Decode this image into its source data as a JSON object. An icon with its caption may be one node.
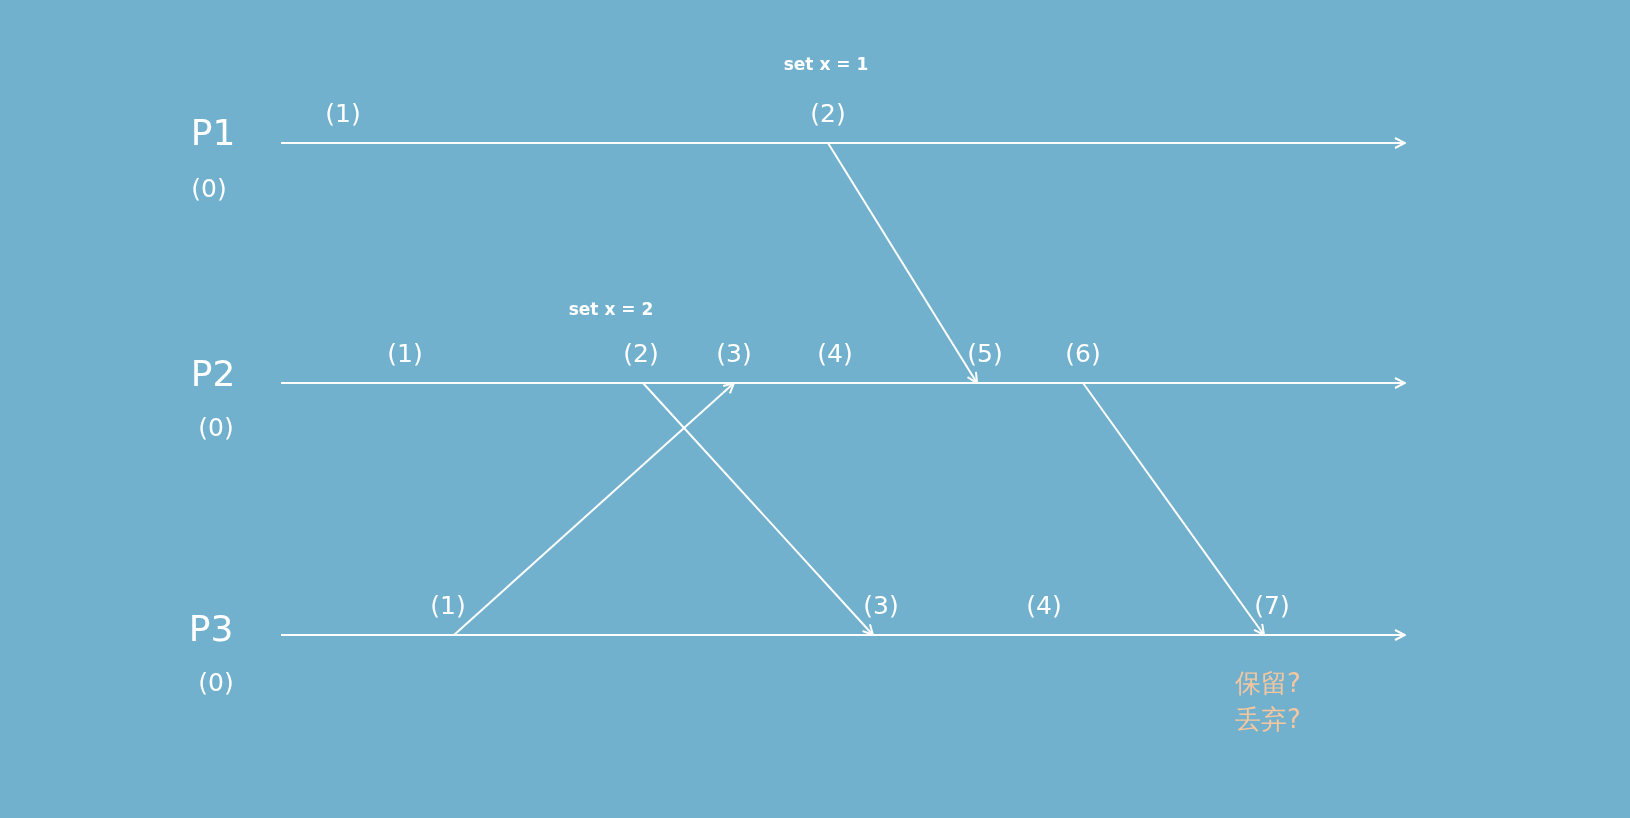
{
  "diagram": {
    "nodes": [
      {
        "text": [
          "P1"
        ],
        "beside": [
          "(0)"
        ]
      },
      {
        "text": [
          "(1)"
        ]
      },
      {
        "text": [
          "(2)"
        ],
        "beside": [
          "set x = 1"
        ]
      },
      {
        "text": [
          "P2"
        ],
        "beside": [
          "(0)"
        ]
      },
      {
        "text": [
          "(1)"
        ]
      },
      {
        "text": [
          "(2)"
        ],
        "beside": [
          "set x = 2"
        ]
      },
      {
        "text": [
          "(3)"
        ]
      },
      {
        "text": [
          "(4)"
        ]
      },
      {
        "text": [
          "(5)"
        ]
      },
      {
        "text": [
          "(6)"
        ]
      },
      {
        "text": [
          "P3"
        ],
        "beside": [
          "(0)"
        ]
      },
      {
        "text": [
          "(1)"
        ]
      },
      {
        "text": [
          "(3)"
        ]
      },
      {
        "text": [
          "(4)"
        ]
      },
      {
        "text": [
          "(7)"
        ],
        "beside": [
          "保留?",
          "丢弃?"
        ]
      }
    ],
    "edges": [
      {
        "from": 2,
        "to": 8,
        "arrow": "to"
      },
      {
        "from": 5,
        "to": 12,
        "arrow": "to"
      },
      {
        "from": 11,
        "to": 6,
        "arrow": "to"
      },
      {
        "from": 9,
        "to": 14,
        "arrow": "to"
      }
    ]
  }
}
